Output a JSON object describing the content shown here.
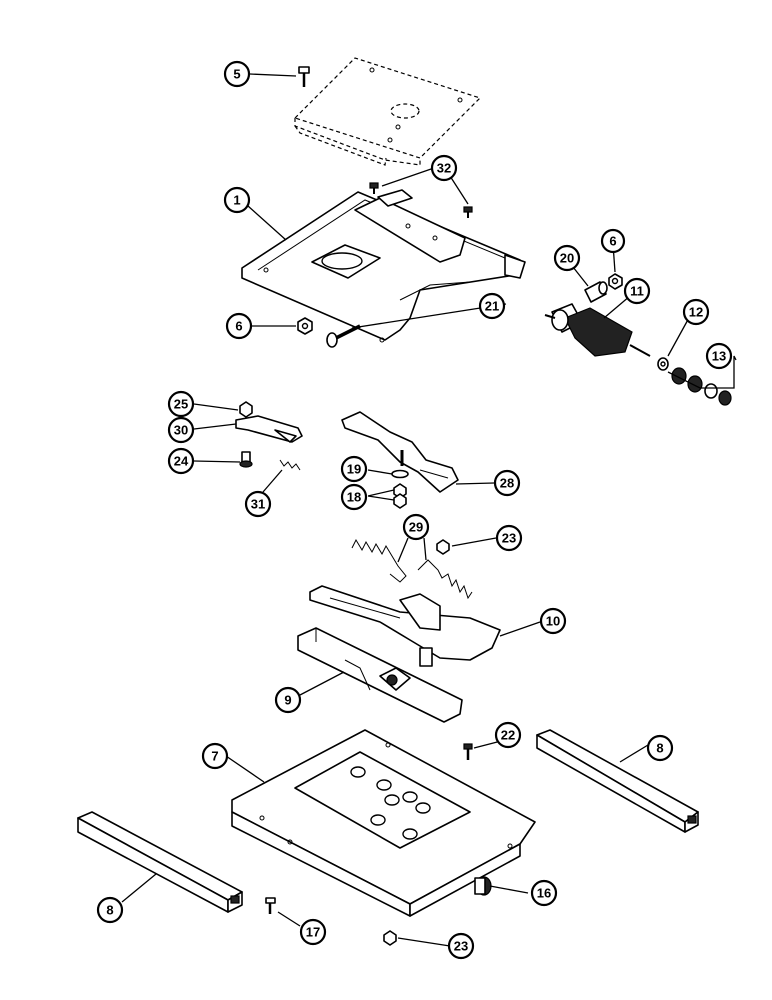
{
  "callouts": [
    {
      "id": "c5",
      "label": "5"
    },
    {
      "id": "c32",
      "label": "32"
    },
    {
      "id": "c1",
      "label": "1"
    },
    {
      "id": "c6a",
      "label": "6"
    },
    {
      "id": "c20",
      "label": "20"
    },
    {
      "id": "c11",
      "label": "11"
    },
    {
      "id": "c21",
      "label": "21"
    },
    {
      "id": "c12",
      "label": "12"
    },
    {
      "id": "c13",
      "label": "13"
    },
    {
      "id": "c6b",
      "label": "6"
    },
    {
      "id": "c25",
      "label": "25"
    },
    {
      "id": "c30",
      "label": "30"
    },
    {
      "id": "c24",
      "label": "24"
    },
    {
      "id": "c31",
      "label": "31"
    },
    {
      "id": "c19",
      "label": "19"
    },
    {
      "id": "c18",
      "label": "18"
    },
    {
      "id": "c28",
      "label": "28"
    },
    {
      "id": "c29",
      "label": "29"
    },
    {
      "id": "c23a",
      "label": "23"
    },
    {
      "id": "c10",
      "label": "10"
    },
    {
      "id": "c9",
      "label": "9"
    },
    {
      "id": "c22",
      "label": "22"
    },
    {
      "id": "c8a",
      "label": "8"
    },
    {
      "id": "c7",
      "label": "7"
    },
    {
      "id": "c8b",
      "label": "8"
    },
    {
      "id": "c16",
      "label": "16"
    },
    {
      "id": "c17",
      "label": "17"
    },
    {
      "id": "c23b",
      "label": "23"
    }
  ]
}
